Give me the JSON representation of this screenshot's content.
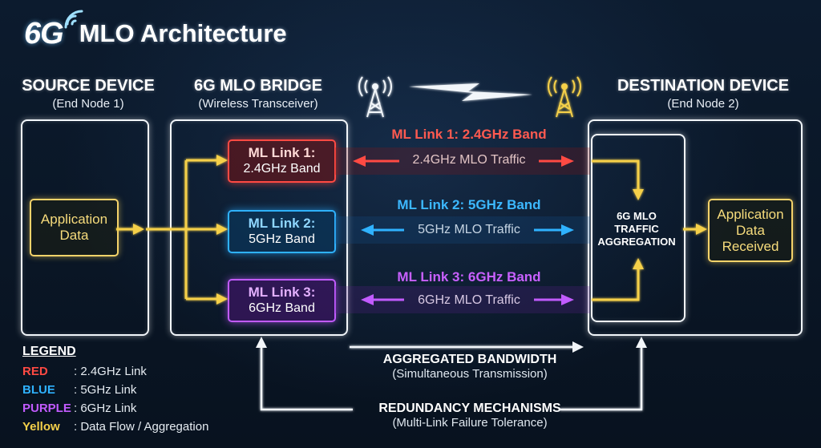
{
  "title": {
    "logo": "6G",
    "text": "MLO Architecture"
  },
  "source": {
    "heading": "SOURCE DEVICE",
    "sub": "(End Node 1)",
    "box_lines": [
      "Application",
      "Data"
    ]
  },
  "bridge": {
    "heading": "6G MLO BRIDGE",
    "sub": "(Wireless Transceiver)"
  },
  "destination": {
    "heading": "DESTINATION DEVICE",
    "sub": "(End Node 2)",
    "aggregation_lines": [
      "6G MLO",
      "TRAFFIC",
      "AGGREGATION"
    ],
    "box_lines": [
      "Application",
      "Data",
      "Received"
    ]
  },
  "links": [
    {
      "name": "ML Link 1:",
      "band": "2.4GHz Band",
      "band_title": "ML Link 1: 2.4GHz Band",
      "traffic": "2.4GHz MLO Traffic"
    },
    {
      "name": "ML Link 2:",
      "band": "5GHz Band",
      "band_title": "ML Link 2: 5GHz Band",
      "traffic": "5GHz MLO Traffic"
    },
    {
      "name": "ML Link 3:",
      "band": "6GHz Band",
      "band_title": "ML Link 3: 6GHz Band",
      "traffic": "6GHz MLO Traffic"
    }
  ],
  "legend": {
    "title": "LEGEND",
    "items": [
      {
        "key": "RED",
        "desc": ": 2.4GHz Link"
      },
      {
        "key": "BLUE",
        "desc": ": 5GHz Link"
      },
      {
        "key": "PURPLE",
        "desc": ": 6GHz Link"
      },
      {
        "key": "Yellow",
        "desc": ": Data Flow / Aggregation"
      }
    ]
  },
  "aggregated": {
    "heading": "AGGREGATED BANDWIDTH",
    "sub": "(Simultaneous Transmission)"
  },
  "redundancy": {
    "heading": "REDUNDANCY MECHANISMS",
    "sub": "(Multi-Link Failure Tolerance)"
  },
  "colors": {
    "red": "#ff4a43",
    "blue": "#2fb2ff",
    "purple": "#c25bff",
    "yellow": "#f5d04a",
    "background": "#0a1626"
  },
  "icons": [
    "antenna-tower-icon",
    "lightning-bolt-icon",
    "signal-waves-icon"
  ]
}
